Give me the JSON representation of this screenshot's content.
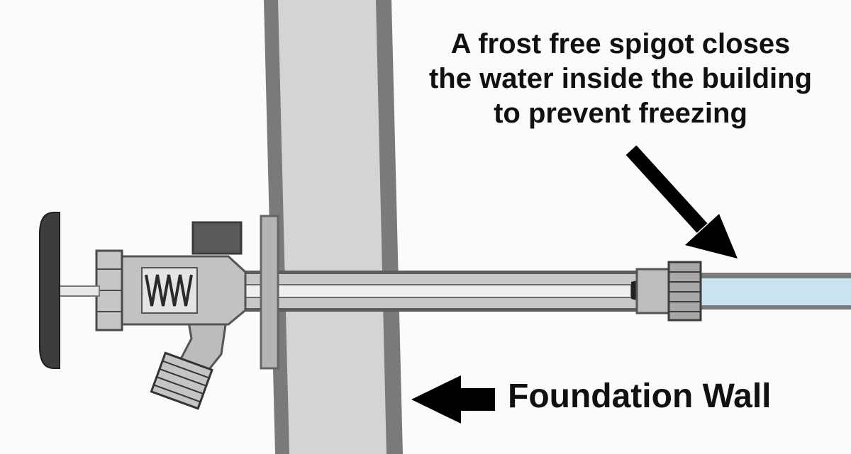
{
  "captions": {
    "frost_free_spigot": [
      "A frost free spigot closes",
      "the water inside the building",
      "to prevent freezing"
    ],
    "foundation_wall": "Foundation Wall"
  },
  "colors": {
    "wall_fill": "#d4d4d4",
    "wall_edge": "#7a7a7a",
    "pipe_metal": "#c8c8c8",
    "water_pipe": "#c9e3f1",
    "handle": "#3d3d3d",
    "arrow": "#000000",
    "text": "#111111"
  }
}
